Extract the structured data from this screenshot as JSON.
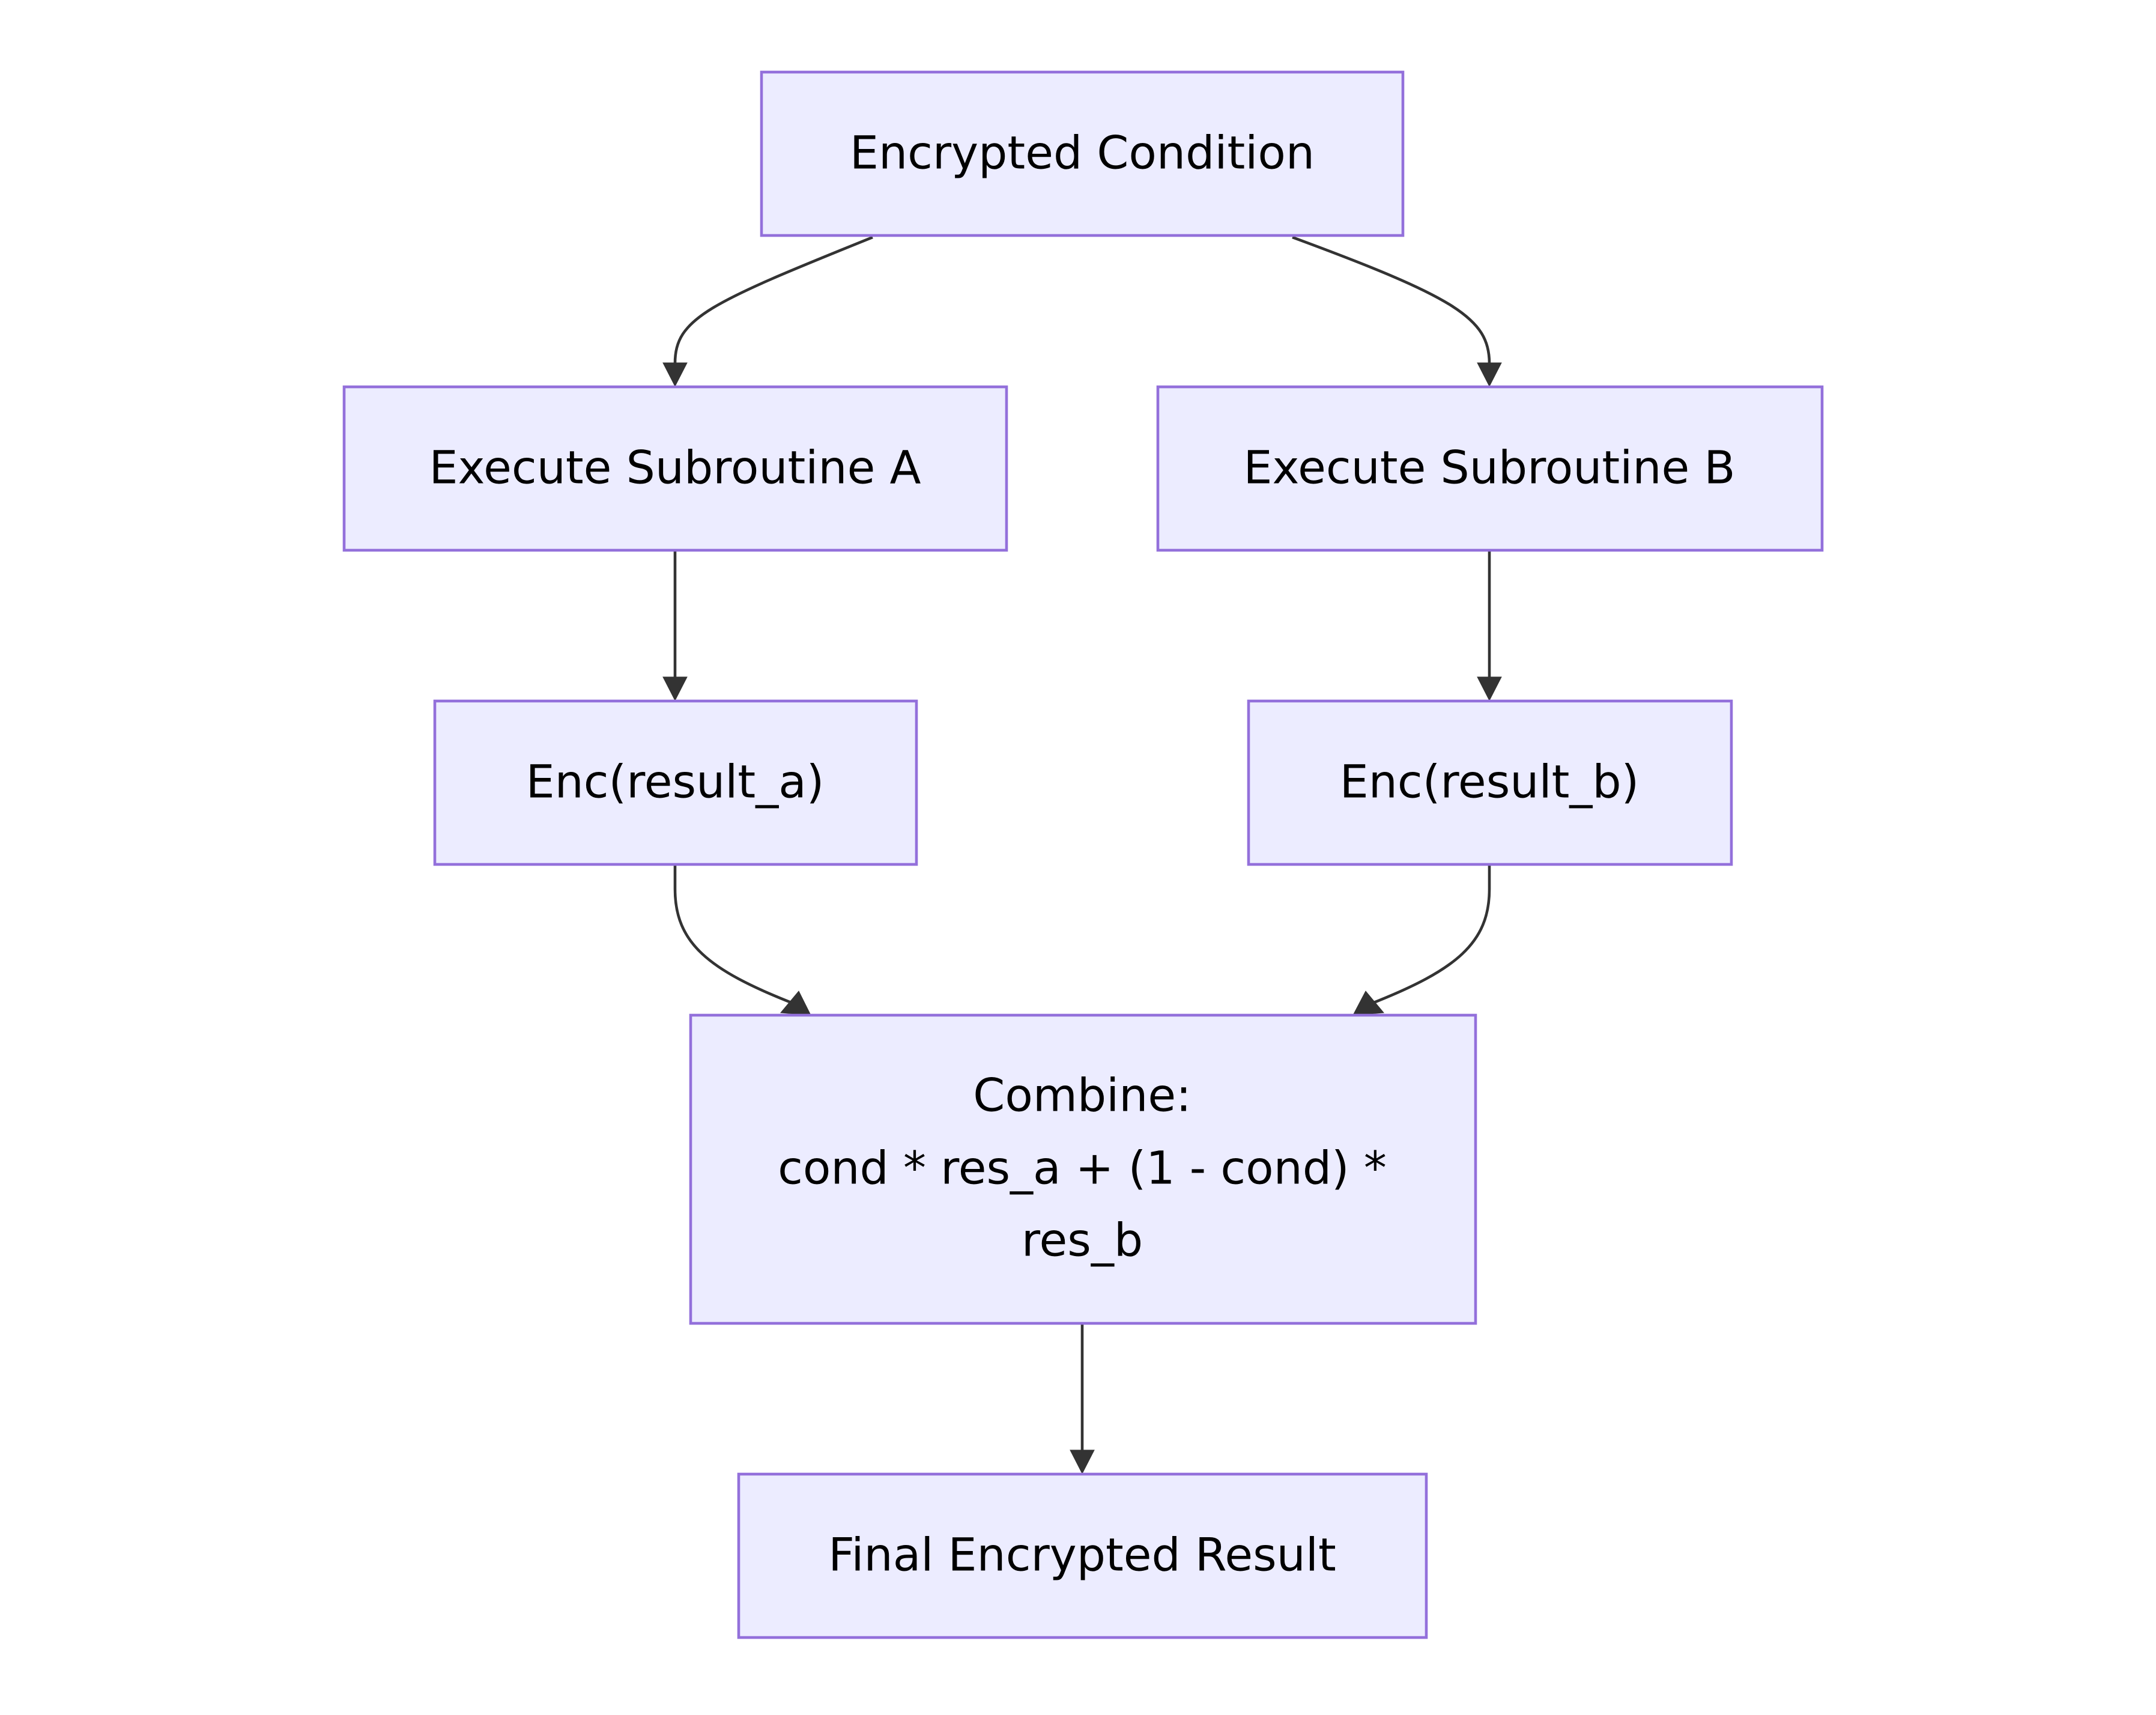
{
  "diagram": {
    "type": "flowchart",
    "nodes": {
      "encrypted_condition": "Encrypted Condition",
      "subroutine_a": "Execute Subroutine A",
      "subroutine_b": "Execute Subroutine B",
      "result_a": "Enc(result_a)",
      "result_b": "Enc(result_b)",
      "combine_line1": "Combine:",
      "combine_line2": "cond * res_a + (1 - cond) *",
      "combine_line3": "res_b",
      "final_result": "Final Encrypted Result"
    },
    "edges": [
      {
        "from": "encrypted_condition",
        "to": "subroutine_a"
      },
      {
        "from": "encrypted_condition",
        "to": "subroutine_b"
      },
      {
        "from": "subroutine_a",
        "to": "result_a"
      },
      {
        "from": "subroutine_b",
        "to": "result_b"
      },
      {
        "from": "result_a",
        "to": "combine"
      },
      {
        "from": "result_b",
        "to": "combine"
      },
      {
        "from": "combine",
        "to": "final_result"
      }
    ],
    "colors": {
      "node_fill": "#ececff",
      "node_stroke": "#9370db",
      "edge": "#333333",
      "text": "#000000"
    }
  }
}
